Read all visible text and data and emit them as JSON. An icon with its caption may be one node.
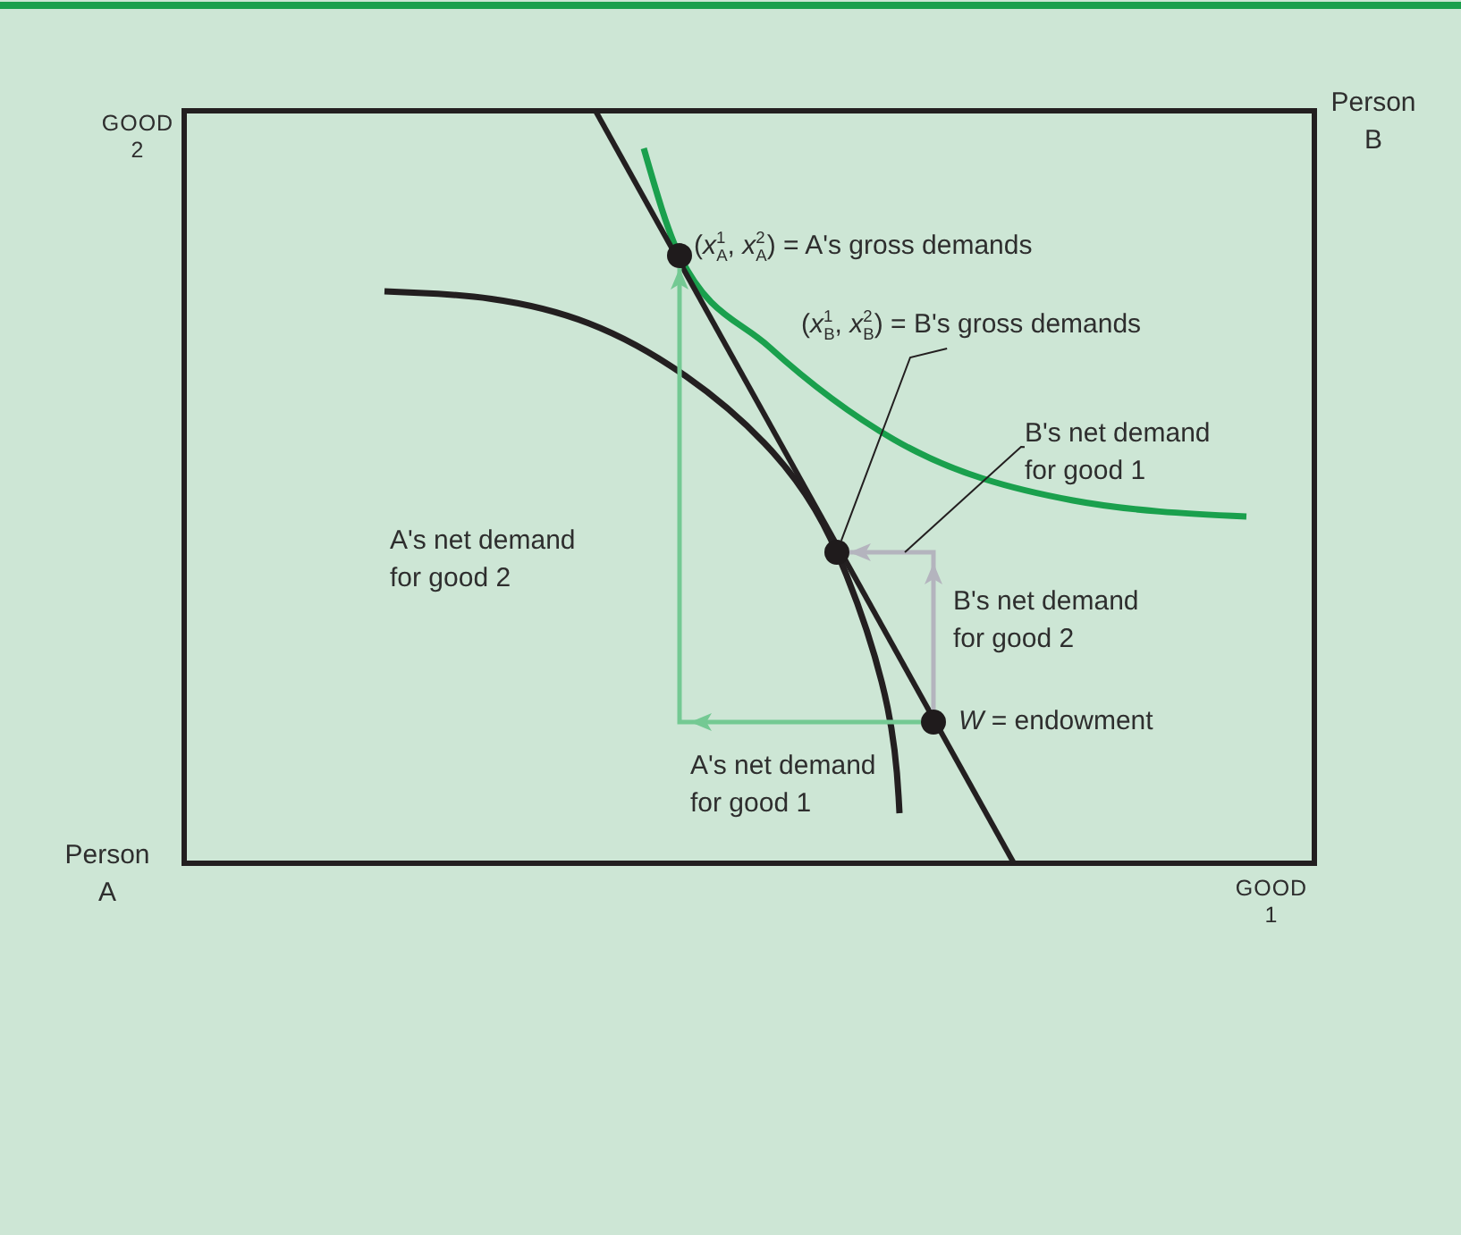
{
  "diagram": {
    "nodes": [
      {
        "text": [],
        "shape": "circle",
        "beside": [
          "(*x*$^{1}$$_{A}$, *x*$^{2}$$_{A}$) = A's gross demands"
        ]
      },
      {
        "text": [
          "(*x*$^{1}$$_{B}$, *x*$^{2}$$_{B}$) = B's gross demands"
        ]
      },
      {
        "text": [
          "B's net demand for good 1"
        ]
      },
      {
        "text": [],
        "shape": "circle"
      },
      {
        "text": [],
        "shape": "circle",
        "beside": [
          "*W*  = endowment"
        ]
      }
    ],
    "edges": [
      {
        "from": 4,
        "to": 0,
        "arrow": "to",
        "style": "thick",
        "color": "#74c993"
      },
      {
        "from": 4,
        "to": 3,
        "arrow": "to",
        "style": "thick",
        "color": "#b4b4be"
      },
      {
        "from": 1,
        "to": 3,
        "arrow": "none"
      },
      {
        "from": 2,
        "to": null,
        "arrow": "none"
      }
    ],
    "labels": [
      "GOOD 2",
      "Person B",
      "A's net demand for good 2",
      "B's net demand for good 2",
      "A's net demand for good 1",
      "Person A",
      "GOOD 1"
    ]
  }
}
